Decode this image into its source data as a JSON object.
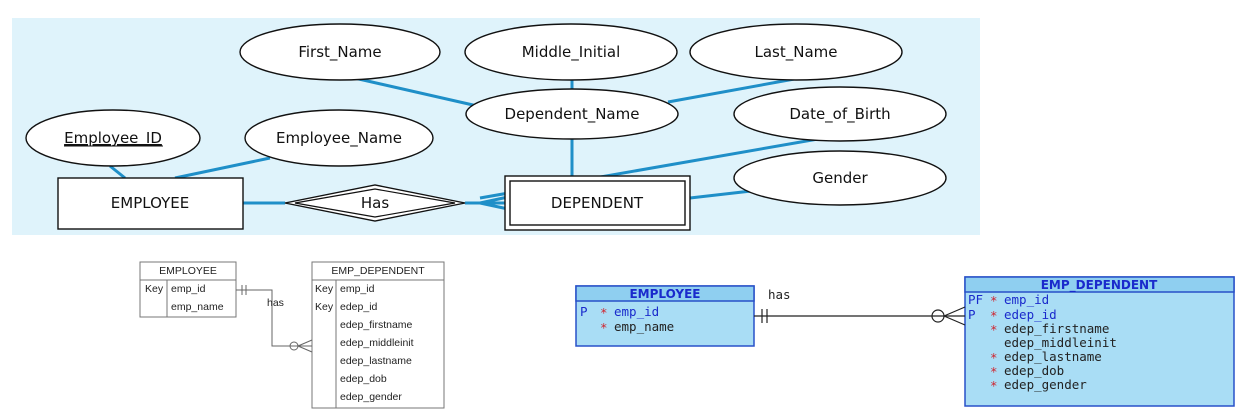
{
  "chen": {
    "attributes": {
      "first_name": "First_Name",
      "middle_initial": "Middle_Initial",
      "last_name": "Last_Name",
      "dependent_name": "Dependent_Name",
      "date_of_birth": "Date_of_Birth",
      "employee_id": "Employee_ID",
      "employee_name": "Employee_Name",
      "gender": "Gender"
    },
    "entities": {
      "employee": "EMPLOYEE",
      "dependent": "DEPENDENT"
    },
    "relationship": "Has",
    "colors": {
      "background": "#dff3fb",
      "line": "#1f8fc8"
    }
  },
  "crowsfoot": {
    "employee": {
      "title": "EMPLOYEE",
      "rows": [
        {
          "key": "Key",
          "field": "emp_id"
        },
        {
          "key": "",
          "field": "emp_name"
        }
      ]
    },
    "relationship": "has",
    "dependent": {
      "title": "EMP_DEPENDENT",
      "rows": [
        {
          "key": "Key",
          "field": "emp_id"
        },
        {
          "key": "Key",
          "field": "edep_id"
        },
        {
          "key": "",
          "field": "edep_firstname"
        },
        {
          "key": "",
          "field": "edep_middleinit"
        },
        {
          "key": "",
          "field": "edep_lastname"
        },
        {
          "key": "",
          "field": "edep_dob"
        },
        {
          "key": "",
          "field": "edep_gender"
        }
      ]
    }
  },
  "datamodeler": {
    "employee": {
      "title": "EMPLOYEE",
      "rows": [
        {
          "pk": "P",
          "req": "*",
          "field": "emp_id"
        },
        {
          "pk": "",
          "req": "*",
          "field": "emp_name"
        }
      ]
    },
    "relationship": "has",
    "dependent": {
      "title": "EMP_DEPENDENT",
      "rows": [
        {
          "pk": "PF",
          "req": "*",
          "field": "emp_id"
        },
        {
          "pk": "P",
          "req": "*",
          "field": "edep_id"
        },
        {
          "pk": "",
          "req": "*",
          "field": "edep_firstname"
        },
        {
          "pk": "",
          "req": "",
          "field": "edep_middleinit"
        },
        {
          "pk": "",
          "req": "*",
          "field": "edep_lastname"
        },
        {
          "pk": "",
          "req": "*",
          "field": "edep_dob"
        },
        {
          "pk": "",
          "req": "*",
          "field": "edep_gender"
        }
      ]
    },
    "colors": {
      "entity_fill": "#a9ddf5",
      "entity_stroke": "#2850c8",
      "title_fill": "#8fcff0"
    }
  }
}
